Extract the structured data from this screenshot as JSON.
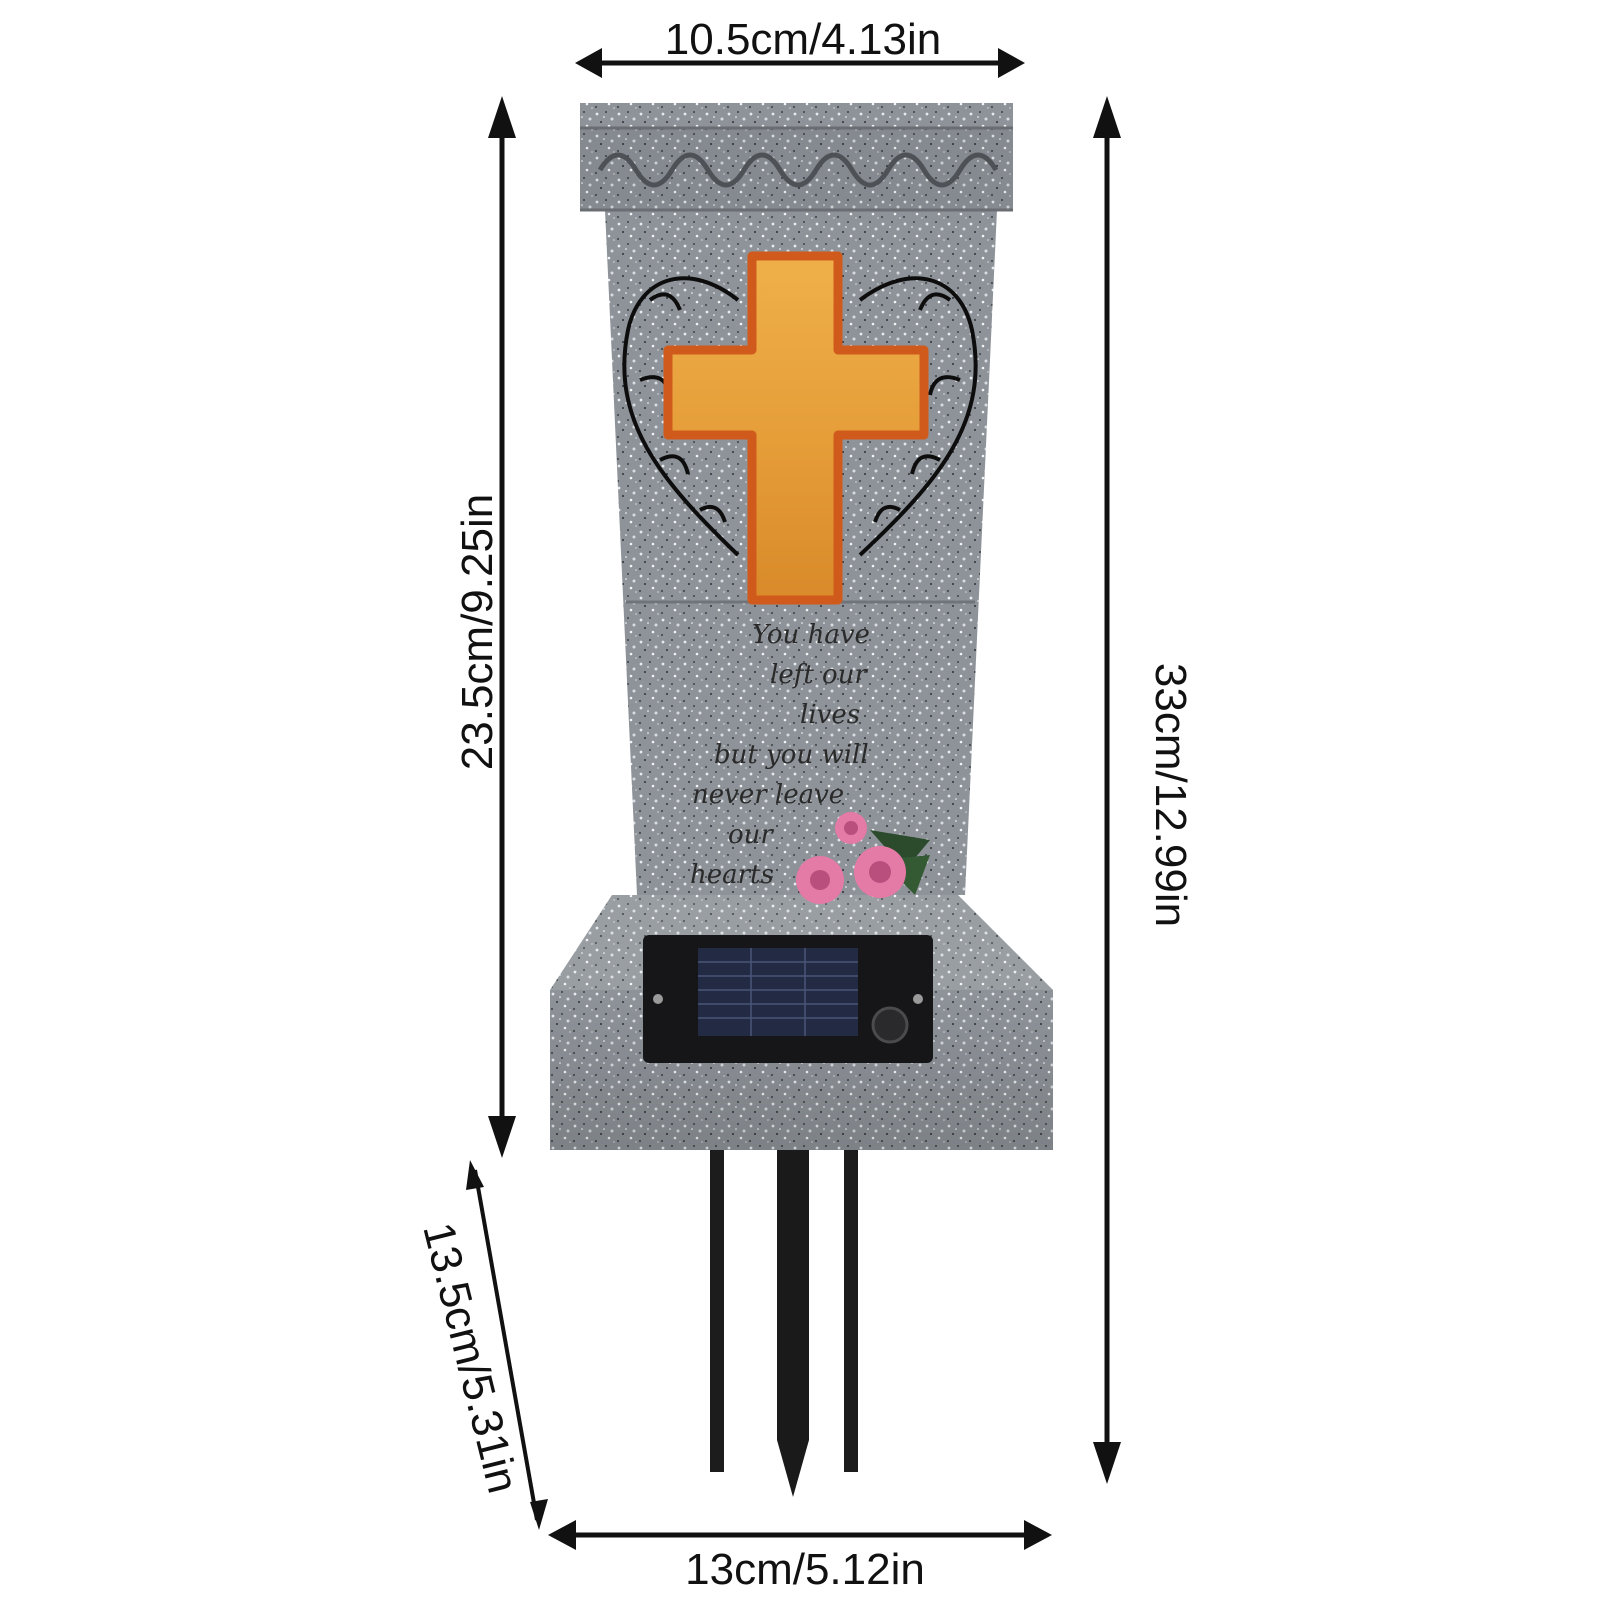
{
  "dimensions": {
    "top_width": "10.5cm/4.13in",
    "body_height": "23.5cm/9.25in",
    "total_height": "33cm/12.99in",
    "stake_length": "13.5cm/5.31in",
    "base_width": "13cm/5.12in"
  },
  "inscription": {
    "lines": [
      "You have",
      "left our",
      "lives",
      "but you will",
      "never leave",
      "our",
      "hearts"
    ]
  },
  "colors": {
    "stone": "#8e9399",
    "stone_dark": "#6f747a",
    "cross_glow": "#e8a640",
    "cross_edge": "#d05a1c",
    "rose": "#e47aa6",
    "stake": "#1c1c1c",
    "arrow": "#111111"
  },
  "icons": [
    "cross-icon",
    "rose-icon",
    "solar-panel-icon",
    "switch-button-icon"
  ]
}
